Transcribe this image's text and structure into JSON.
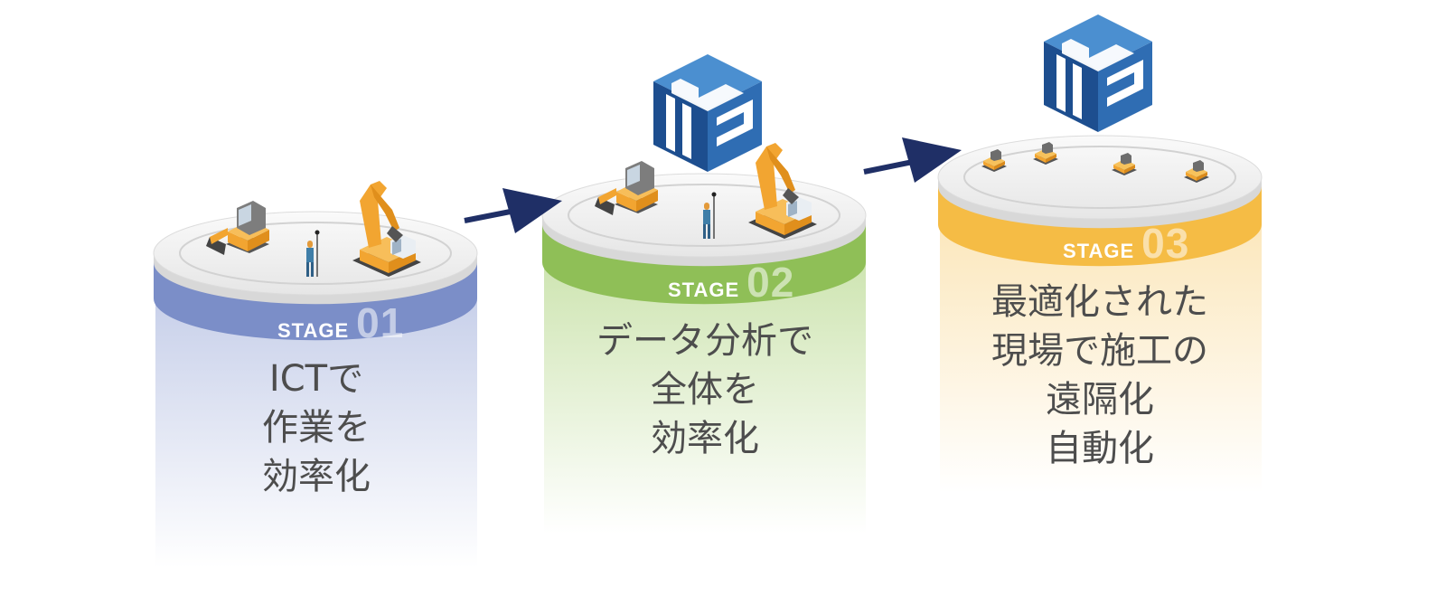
{
  "stages": [
    {
      "word": "STAGE",
      "number": "01",
      "color": "#7b8ec8",
      "caption_lines": [
        "ICTで",
        "作業を",
        "効率化"
      ],
      "machines": [
        "loader-icon",
        "surveyor-icon",
        "excavator-icon"
      ]
    },
    {
      "word": "STAGE",
      "number": "02",
      "color": "#8fbf57",
      "caption_lines": [
        "データ分析で",
        "全体を",
        "効率化"
      ],
      "machines": [
        "loader-icon",
        "surveyor-icon",
        "excavator-icon"
      ],
      "logo": "ics-cube-logo"
    },
    {
      "word": "STAGE",
      "number": "03",
      "color": "#f5bc45",
      "caption_lines": [
        "最適化された",
        "現場で施工の",
        "遠隔化",
        "自動化"
      ],
      "machines": [
        "bulldozer-icon",
        "roller-icon",
        "grader-icon",
        "excavator-icon"
      ],
      "logo": "ics-cube-logo"
    }
  ],
  "arrow_color": "#1f2f66",
  "cube_colors": {
    "top": "#4b8fd0",
    "left": "#1d4e8f",
    "right": "#2f6db3"
  }
}
